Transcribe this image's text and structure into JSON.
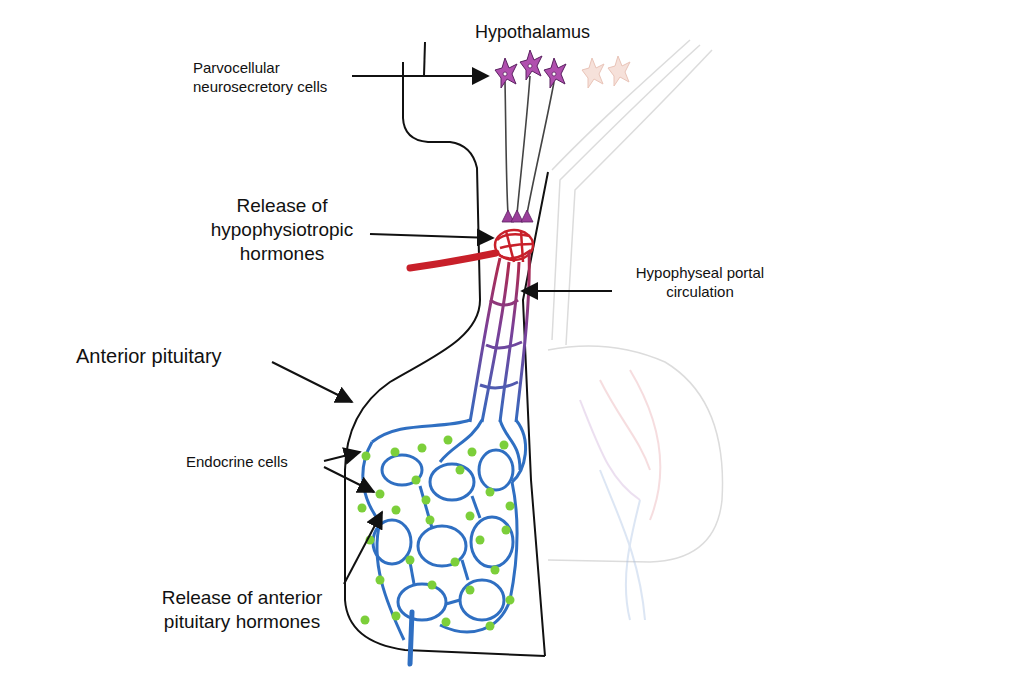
{
  "diagram": {
    "labels": [
      "Hypothalamus",
      "Parvocellular neurosecretory cells",
      "Release of hypophysiotropic hormones",
      "Hypophyseal portal circulation",
      "Anterior pituitary",
      "Endocrine cells",
      "Release of anterior pituitary hormones"
    ]
  }
}
